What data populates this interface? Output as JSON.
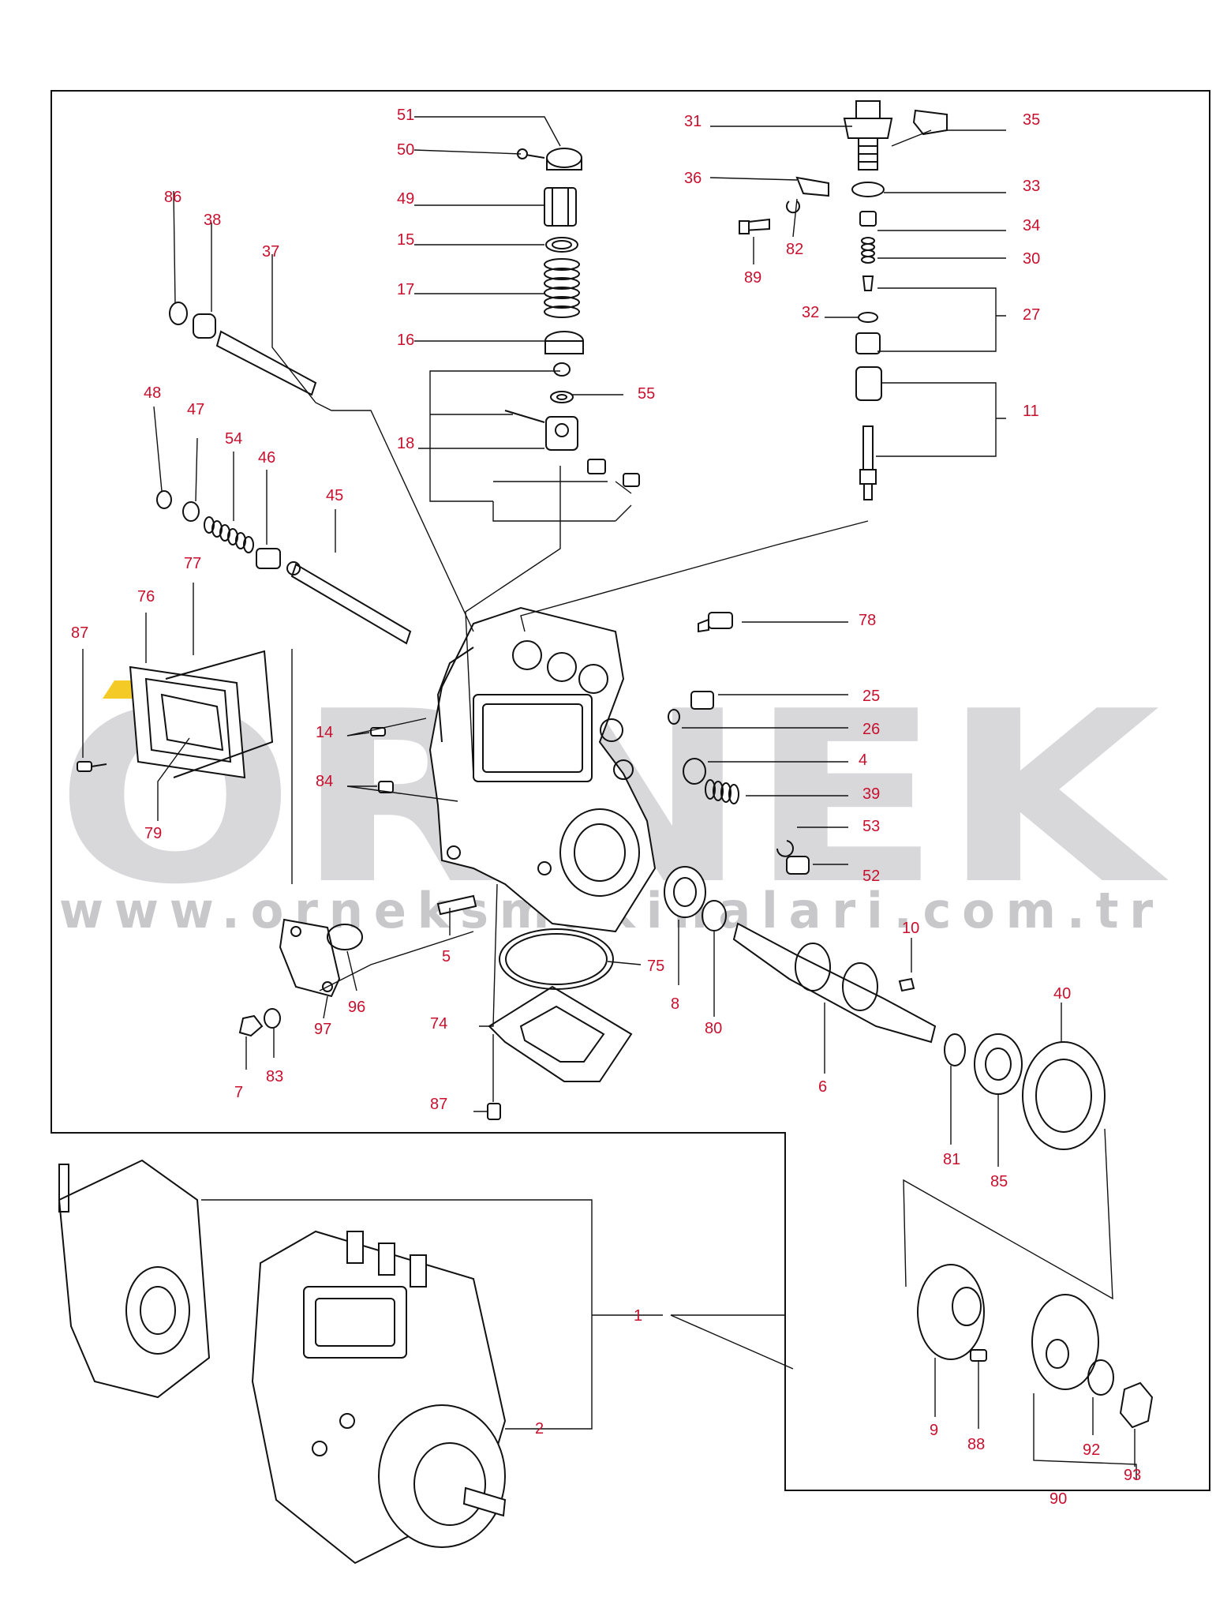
{
  "watermark": {
    "brand": "ORNEK",
    "url": "www.orneksmakinalari.com.tr",
    "accent": "#f2c200"
  },
  "callout_color": "#c8102e",
  "callouts": {
    "c1": "1",
    "c2": "2",
    "c4": "4",
    "c5": "5",
    "c6": "6",
    "c7": "7",
    "c8": "8",
    "c9": "9",
    "c10": "10",
    "c11": "11",
    "c14": "14",
    "c15": "15",
    "c16": "16",
    "c17": "17",
    "c18": "18",
    "c25": "25",
    "c26": "26",
    "c27": "27",
    "c30": "30",
    "c31": "31",
    "c32": "32",
    "c33": "33",
    "c34": "34",
    "c35": "35",
    "c36": "36",
    "c37": "37",
    "c38": "38",
    "c39": "39",
    "c40": "40",
    "c45": "45",
    "c46": "46",
    "c47": "47",
    "c48": "48",
    "c49": "49",
    "c50": "50",
    "c51": "51",
    "c52": "52",
    "c53": "53",
    "c54": "54",
    "c55": "55",
    "c74": "74",
    "c75": "75",
    "c76": "76",
    "c77": "77",
    "c78": "78",
    "c79": "79",
    "c80": "80",
    "c81": "81",
    "c82": "82",
    "c83": "83",
    "c84": "84",
    "c85": "85",
    "c86": "86",
    "c87a": "87",
    "c87b": "87",
    "c88": "88",
    "c89": "89",
    "c90": "90",
    "c92": "92",
    "c93": "93",
    "c96": "96",
    "c97": "97"
  }
}
